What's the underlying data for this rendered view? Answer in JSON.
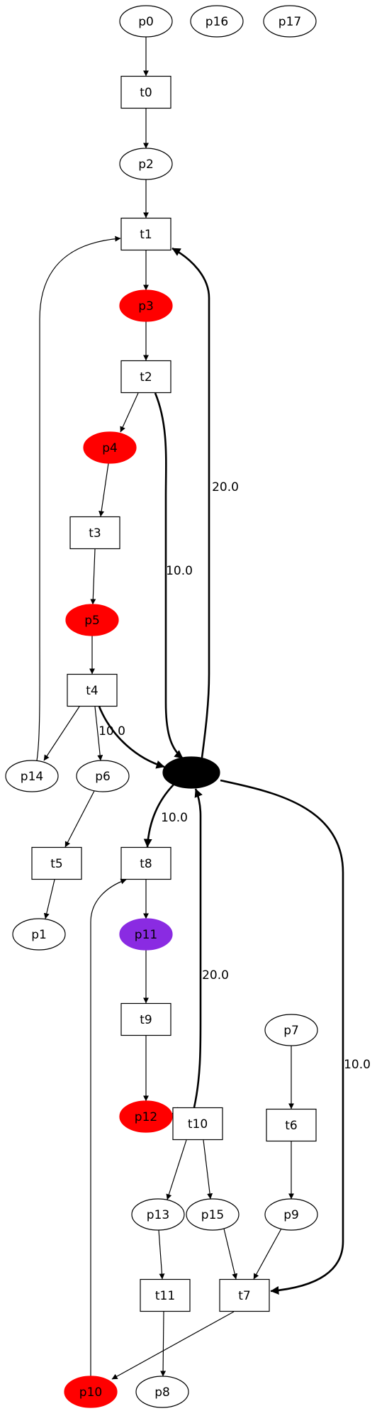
{
  "colors": {
    "background": "#ffffff",
    "stroke": "#000000",
    "marked": "#ff0000",
    "active": "#8a2be2",
    "hub": "#000000"
  },
  "places": [
    {
      "id": "p0",
      "label": "p0",
      "color": "white"
    },
    {
      "id": "p16",
      "label": "p16",
      "color": "white"
    },
    {
      "id": "p17",
      "label": "p17",
      "color": "white"
    },
    {
      "id": "p2",
      "label": "p2",
      "color": "white"
    },
    {
      "id": "p3",
      "label": "p3",
      "color": "marked"
    },
    {
      "id": "p4",
      "label": "p4",
      "color": "marked"
    },
    {
      "id": "p5",
      "label": "p5",
      "color": "marked"
    },
    {
      "id": "p14",
      "label": "p14",
      "color": "white"
    },
    {
      "id": "p6",
      "label": "p6",
      "color": "white"
    },
    {
      "id": "p1",
      "label": "p1",
      "color": "white"
    },
    {
      "id": "p11",
      "label": "p11",
      "color": "active"
    },
    {
      "id": "p12",
      "label": "p12",
      "color": "marked"
    },
    {
      "id": "p7",
      "label": "p7",
      "color": "white"
    },
    {
      "id": "p13",
      "label": "p13",
      "color": "white"
    },
    {
      "id": "p15",
      "label": "p15",
      "color": "white"
    },
    {
      "id": "p9",
      "label": "p9",
      "color": "white"
    },
    {
      "id": "p10",
      "label": "p10",
      "color": "marked"
    },
    {
      "id": "p8",
      "label": "p8",
      "color": "white"
    },
    {
      "id": "hub",
      "label": "",
      "color": "hub"
    }
  ],
  "transitions": [
    {
      "id": "t0",
      "label": "t0"
    },
    {
      "id": "t1",
      "label": "t1"
    },
    {
      "id": "t2",
      "label": "t2"
    },
    {
      "id": "t3",
      "label": "t3"
    },
    {
      "id": "t4",
      "label": "t4"
    },
    {
      "id": "t5",
      "label": "t5"
    },
    {
      "id": "t8",
      "label": "t8"
    },
    {
      "id": "t9",
      "label": "t9"
    },
    {
      "id": "t10",
      "label": "t10"
    },
    {
      "id": "t6",
      "label": "t6"
    },
    {
      "id": "t11",
      "label": "t11"
    },
    {
      "id": "t7",
      "label": "t7"
    }
  ],
  "arcs": [
    {
      "from": "p0",
      "to": "t0",
      "weight": ""
    },
    {
      "from": "t0",
      "to": "p2",
      "weight": ""
    },
    {
      "from": "p2",
      "to": "t1",
      "weight": ""
    },
    {
      "from": "t1",
      "to": "p3",
      "weight": ""
    },
    {
      "from": "p3",
      "to": "t2",
      "weight": ""
    },
    {
      "from": "t2",
      "to": "p4",
      "weight": ""
    },
    {
      "from": "p4",
      "to": "t3",
      "weight": ""
    },
    {
      "from": "t3",
      "to": "p5",
      "weight": ""
    },
    {
      "from": "p5",
      "to": "t4",
      "weight": ""
    },
    {
      "from": "t4",
      "to": "p14",
      "weight": ""
    },
    {
      "from": "t4",
      "to": "p6",
      "weight": ""
    },
    {
      "from": "p14",
      "to": "t1",
      "weight": ""
    },
    {
      "from": "p6",
      "to": "t5",
      "weight": ""
    },
    {
      "from": "t5",
      "to": "p1",
      "weight": ""
    },
    {
      "from": "t2",
      "to": "hub",
      "weight": "10.0"
    },
    {
      "from": "t4",
      "to": "hub",
      "weight": "10.0"
    },
    {
      "from": "hub",
      "to": "t1",
      "weight": "20.0"
    },
    {
      "from": "hub",
      "to": "t8",
      "weight": "10.0"
    },
    {
      "from": "t10",
      "to": "hub",
      "weight": "20.0"
    },
    {
      "from": "hub",
      "to": "t7",
      "weight": "10.0"
    },
    {
      "from": "t8",
      "to": "p11",
      "weight": ""
    },
    {
      "from": "p11",
      "to": "t9",
      "weight": ""
    },
    {
      "from": "t9",
      "to": "p12",
      "weight": ""
    },
    {
      "from": "p12",
      "to": "t10",
      "weight": ""
    },
    {
      "from": "t10",
      "to": "p13",
      "weight": ""
    },
    {
      "from": "t10",
      "to": "p15",
      "weight": ""
    },
    {
      "from": "p7",
      "to": "t6",
      "weight": ""
    },
    {
      "from": "t6",
      "to": "p9",
      "weight": ""
    },
    {
      "from": "p13",
      "to": "t11",
      "weight": ""
    },
    {
      "from": "t11",
      "to": "p8",
      "weight": ""
    },
    {
      "from": "p15",
      "to": "t7",
      "weight": ""
    },
    {
      "from": "p9",
      "to": "t7",
      "weight": ""
    },
    {
      "from": "t7",
      "to": "p10",
      "weight": ""
    },
    {
      "from": "p10",
      "to": "t8",
      "weight": ""
    }
  ]
}
